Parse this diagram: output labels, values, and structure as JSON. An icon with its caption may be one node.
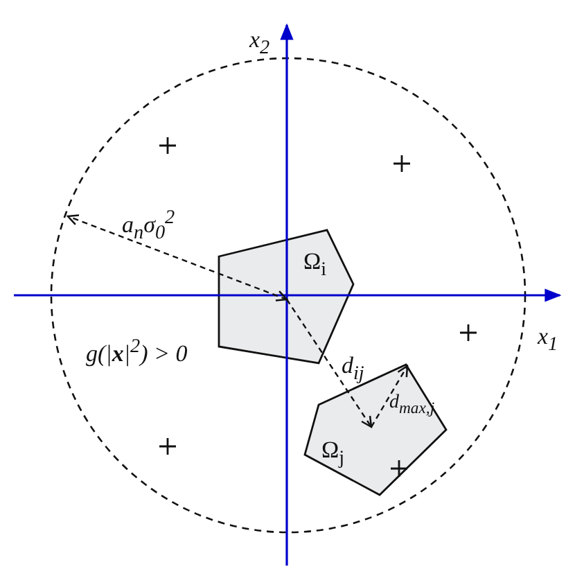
{
  "diagram": {
    "nodes": [
      {
        "text": [
          "Ω$_{i}$"
        ]
      },
      {
        "text": [
          "Ω$_{j}$"
        ]
      }
    ],
    "edges": [
      {
        "from": 0,
        "to": 1,
        "arrow": "to",
        "label": "d$_{ij}$",
        "style": "dashed"
      }
    ],
    "labels": [
      "x$_{2}$",
      "a$_{n}$σ$_{0}$$^{2}$",
      "g(|**x**|$^{2}$) > 0",
      "x$_{1}$",
      "d$_{max,j}$"
    ]
  }
}
